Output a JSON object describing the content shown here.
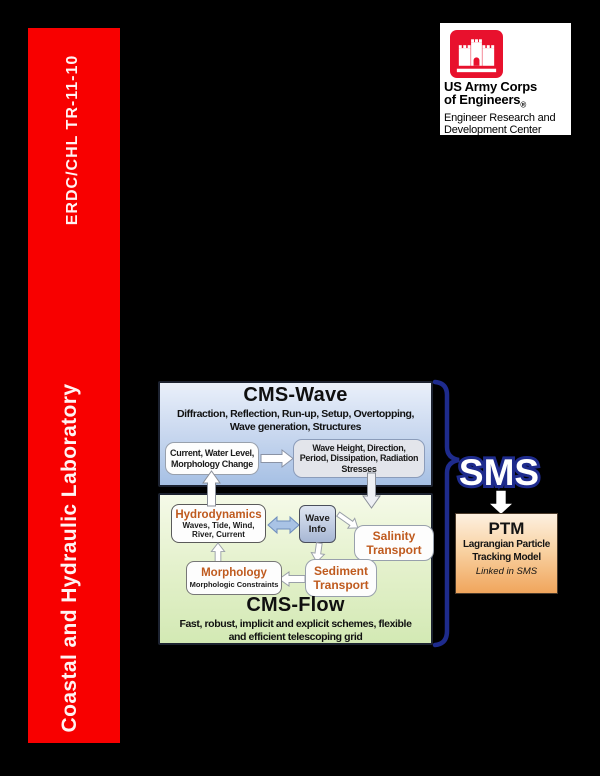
{
  "page": {
    "background_color": "#000000"
  },
  "spine": {
    "report_number": "ERDC/CHL TR-11-10",
    "lab_name": "Coastal and Hydraulic Laboratory",
    "bar_color": "#f80000",
    "text_color": "#ffffff"
  },
  "logo": {
    "org_line1": "US Army Corps",
    "org_line2": "of Engineers",
    "registered": "®",
    "sub_line1": "Engineer Research and",
    "sub_line2": "Development Center",
    "castle_icon": "usace-castle",
    "castle_red": "#e8112d"
  },
  "diagram": {
    "cms_wave": {
      "title": "CMS-Wave",
      "subtitle_line1": "Diffraction, Reflection, Run-up, Setup, Overtopping,",
      "subtitle_line2": "Wave generation, Structures",
      "current_box_line1": "Current, Water Level,",
      "current_box_line2": "Morphology Change",
      "wave_height_box_line1": "Wave Height, Direction,",
      "wave_height_box_line2": "Period, Dissipation, Radiation",
      "wave_height_box_line3": "Stresses",
      "top_color": "#eaf0fa",
      "bottom_color": "#a6c0e4"
    },
    "cms_flow": {
      "title": "CMS-Flow",
      "subtitle_line1": "Fast, robust, implicit and explicit schemes, flexible",
      "subtitle_line2": "and efficient telescoping grid",
      "hydrodynamics_title": "Hydrodynamics",
      "hydrodynamics_sub_line1": "Waves, Tide, Wind,",
      "hydrodynamics_sub_line2": "River, Current",
      "wave_info_line1": "Wave",
      "wave_info_line2": "Info",
      "salinity_line1": "Salinity",
      "salinity_line2": "Transport",
      "sediment_line1": "Sediment",
      "sediment_line2": "Transport",
      "morphology_title": "Morphology",
      "morphology_sub": "Morphologic Constraints",
      "top_color": "#f5fae8",
      "bottom_color": "#d3e9b4",
      "accent_text_color": "#bf5a1e"
    },
    "sms_label": "SMS",
    "sms_outline_color": "#1e2b8d",
    "brace_color": "#1e2b8d",
    "ptm": {
      "title": "PTM",
      "line1": "Lagrangian Particle",
      "line2": "Tracking Model",
      "line3": "Linked in SMS",
      "top_color": "#fdf0e0",
      "bottom_color": "#f0a55c"
    }
  }
}
